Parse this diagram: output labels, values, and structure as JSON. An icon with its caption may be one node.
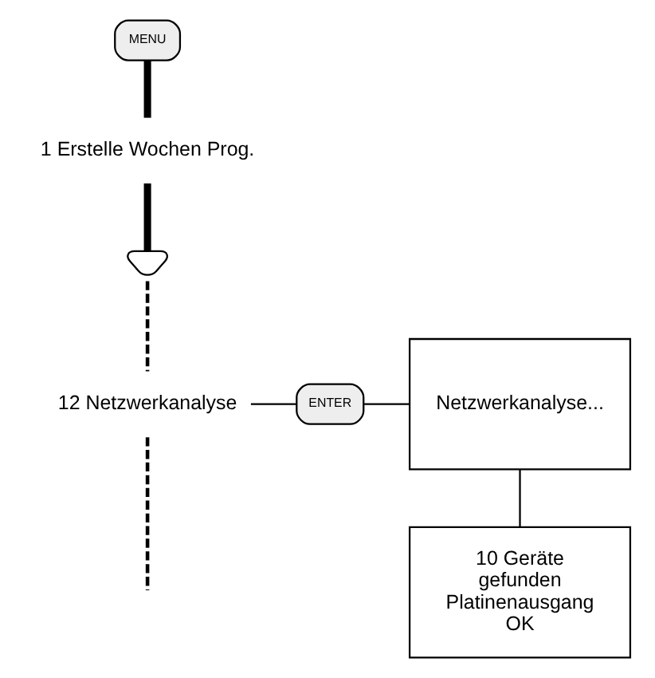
{
  "diagram": {
    "nodes": [
      {
        "text": [
          "MENU"
        ]
      },
      {
        "text": [
          "1 Erstelle Wochen Prog."
        ]
      },
      {
        "text": [],
        "shape": "button"
      },
      {
        "text": [
          "12 Netzwerkanalyse"
        ]
      },
      {
        "text": [
          "ENTER"
        ]
      },
      {
        "text": [
          "Netzwerkanalyse..."
        ]
      },
      {
        "text": [
          "10 Geräte gefunden Platinenausgang OK"
        ]
      }
    ],
    "edges": [
      {
        "from": 0,
        "to": 1,
        "arrow": "none",
        "style": "thick"
      },
      {
        "from": 1,
        "to": 2,
        "arrow": "none",
        "style": "thick"
      },
      {
        "from": 2,
        "to": 3,
        "arrow": "none",
        "style": "dashed"
      },
      {
        "from": 3,
        "to": 4,
        "arrow": "none"
      },
      {
        "from": 4,
        "to": 5,
        "arrow": "none"
      },
      {
        "from": 5,
        "to": 6,
        "arrow": "none"
      },
      {
        "from": 3,
        "to": null,
        "arrow": "none",
        "style": "dashed"
      }
    ]
  }
}
